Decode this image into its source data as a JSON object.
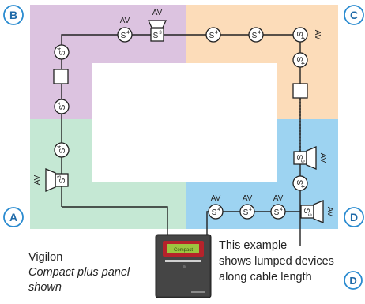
{
  "zones": [
    {
      "id": "B",
      "color": "#dcc3e0"
    },
    {
      "id": "C",
      "color": "#fcdcb9"
    },
    {
      "id": "A",
      "color": "#c5e8d4"
    },
    {
      "id": "D",
      "color": "#9dd3f1"
    }
  ],
  "corner_badges": {
    "top_left": "B",
    "top_right": "C",
    "bottom_left": "A",
    "bottom_right": "D",
    "panel_bottom": "D"
  },
  "device_labels": {
    "sounder_letter": "S",
    "sounder_superscript": "4",
    "beacon_superscript": "3",
    "av_label": "AV"
  },
  "panel": {
    "caption_line1": "Vigilon",
    "caption_line2": "Compact plus panel",
    "caption_line3": "shown",
    "screen_text": "Compact"
  },
  "note": {
    "line1": "This example",
    "line2": "shows lumped devices",
    "line3": "along cable length"
  },
  "colors": {
    "cable": "#222222",
    "badge_ring": "#2a8bd0",
    "badge_text": "#1f6aa8",
    "panel_body": "#3a3a3a",
    "panel_screen": "#9cc640"
  }
}
